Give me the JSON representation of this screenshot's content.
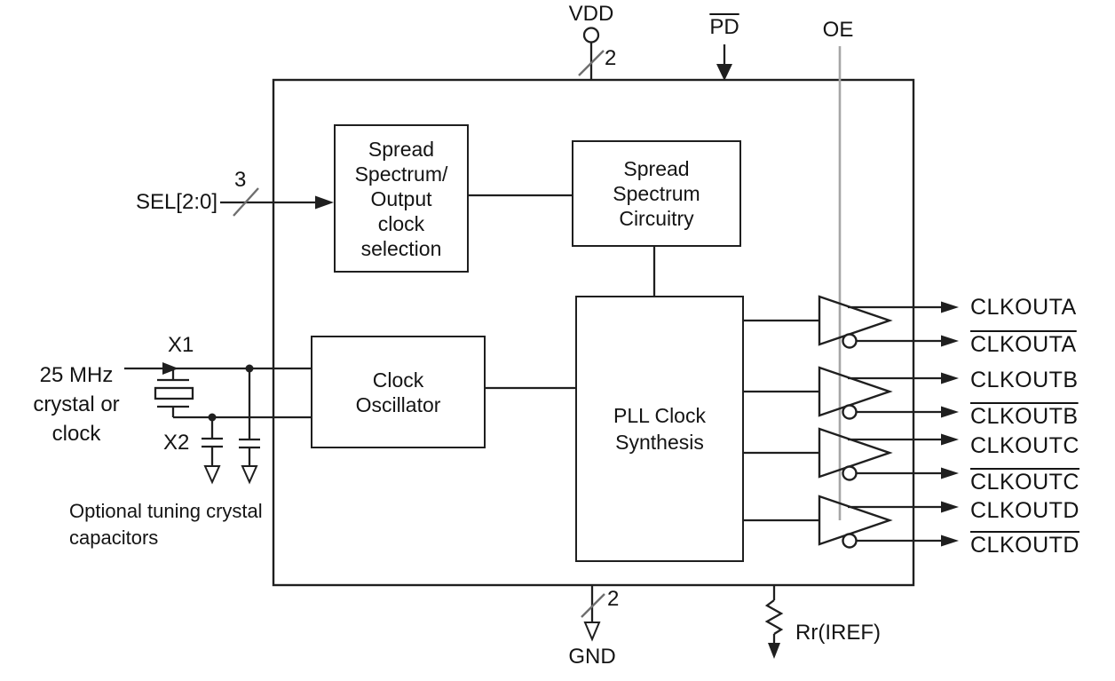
{
  "diagram": {
    "title_semantics": "Clock generator block diagram",
    "top_pins": {
      "vdd": "VDD",
      "vdd_bus_width": "2",
      "pd": "PD",
      "pd_inverted": true,
      "oe": "OE"
    },
    "left_pins": {
      "sel": "SEL[2:0]",
      "sel_bus_width": "3",
      "clock_source": "25 MHz\ncrystal or\nclock",
      "x1": "X1",
      "x2": "X2",
      "note": "Optional tuning crystal\ncapacitors"
    },
    "bottom_pins": {
      "gnd": "GND",
      "gnd_bus_width": "2",
      "iref": "Rr(IREF)"
    },
    "blocks": [
      {
        "id": "spread-spectrum-output-clock-selection",
        "label": "Spread\nSpectrum/\nOutput\nclock\nselection"
      },
      {
        "id": "spread-spectrum-circuitry",
        "label": "Spread\nSpectrum\nCircuitry"
      },
      {
        "id": "clock-oscillator",
        "label": "Clock\nOscillator"
      },
      {
        "id": "pll-clock-synthesis",
        "label": "PLL Clock\nSynthesis"
      }
    ],
    "outputs": [
      {
        "label": "CLKOUTA",
        "inverted": false
      },
      {
        "label": "CLKOUTA",
        "inverted": true
      },
      {
        "label": "CLKOUTB",
        "inverted": false
      },
      {
        "label": "CLKOUTB",
        "inverted": true
      },
      {
        "label": "CLKOUTC",
        "inverted": false
      },
      {
        "label": "CLKOUTC",
        "inverted": true
      },
      {
        "label": "CLKOUTD",
        "inverted": false
      },
      {
        "label": "CLKOUTD",
        "inverted": true
      }
    ],
    "colors": {
      "line": "#1f1f1f",
      "oe_line": "#a6a6a6",
      "bus_slash": "#6e6e6e",
      "text": "#141414",
      "background": "#ffffff"
    }
  }
}
